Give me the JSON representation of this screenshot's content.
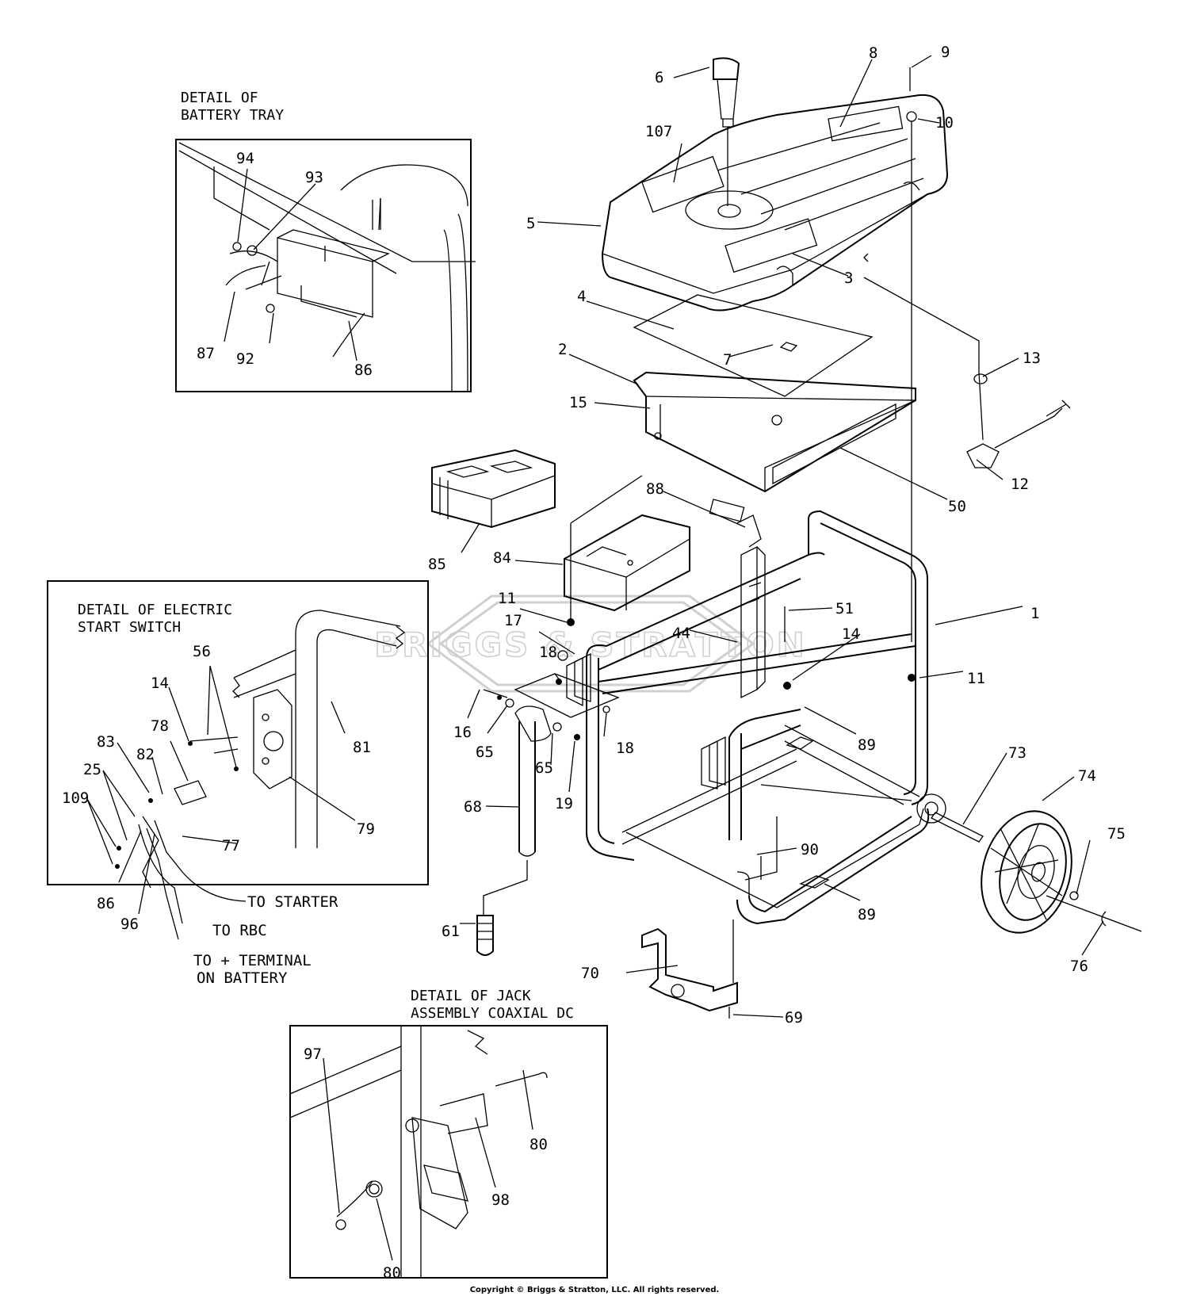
{
  "watermark": "BRIGGS & STRATTON",
  "copyright": "Copyright © Briggs & Stratton, LLC. All rights reserved.",
  "details": {
    "battery_tray": {
      "line1": "DETAIL OF",
      "line2": "BATTERY TRAY"
    },
    "electric_start": {
      "line1": "DETAIL OF ELECTRIC",
      "line2": "START SWITCH"
    },
    "jack": {
      "line1": "DETAIL OF JACK",
      "line2": "ASSEMBLY COAXIAL DC"
    }
  },
  "wiring": {
    "to_starter": "TO STARTER",
    "to_rbc": "TO RBC",
    "to_terminal_line1": "TO + TERMINAL",
    "to_terminal_line2": "ON BATTERY"
  },
  "callouts": {
    "main": [
      "1",
      "2",
      "3",
      "4",
      "5",
      "6",
      "7",
      "8",
      "9",
      "10",
      "11",
      "11",
      "12",
      "13",
      "14",
      "15",
      "16",
      "17",
      "18",
      "18",
      "19",
      "44",
      "50",
      "51",
      "61",
      "65",
      "65",
      "68",
      "69",
      "70",
      "73",
      "74",
      "75",
      "76",
      "84",
      "85",
      "88",
      "89",
      "89",
      "90",
      "107"
    ],
    "battery_tray": [
      "94",
      "93",
      "87",
      "92",
      "86"
    ],
    "electric_start": [
      "14",
      "56",
      "78",
      "83",
      "82",
      "25",
      "109",
      "81",
      "79",
      "77",
      "86",
      "96"
    ],
    "jack": [
      "97",
      "80",
      "80",
      "98"
    ]
  }
}
